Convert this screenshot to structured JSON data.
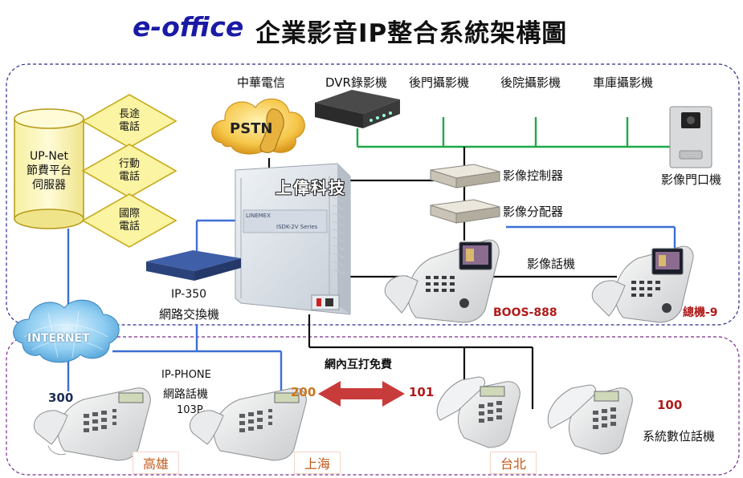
{
  "title": {
    "brand": "e-office",
    "main": "企業影音IP整合系統架構圖"
  },
  "server": {
    "label": "UP-Net\n節費平台\n伺服器"
  },
  "call_types": [
    "長途\n電話",
    "行動\n電話",
    "國際\n電話"
  ],
  "carrier": {
    "label": "中華電信",
    "cloud_text": "PSTN"
  },
  "dvr": {
    "label": "DVR錄影機"
  },
  "cameras": [
    "後門攝影機",
    "後院攝影機",
    "車庫攝影機"
  ],
  "video_door": {
    "label": "影像門口機"
  },
  "pbx": {
    "watermark": "上偉科技",
    "brand": "LINEMEX",
    "model": "ISDK-2V Series"
  },
  "video_controller": {
    "label": "影像控制器"
  },
  "video_splitter": {
    "label": "影像分配器"
  },
  "video_phone": {
    "label": "影像話機"
  },
  "boss_phone": {
    "label": "BOOS-888"
  },
  "main_phone": {
    "label": "總機-9"
  },
  "switch": {
    "model": "IP-350",
    "label": "網路交換機"
  },
  "internet": {
    "label": "INTERNET"
  },
  "ip_phone": {
    "model": "IP-PHONE",
    "desc": "網路話機",
    "ext": "103P"
  },
  "free_call": {
    "label": "網內互打免費"
  },
  "extensions": {
    "kaohsiung": "300",
    "shanghai": "200",
    "taipei": "101",
    "digital": "100"
  },
  "places": {
    "kaohsiung": "高雄",
    "shanghai": "上海",
    "taipei": "台北"
  },
  "digital_phone": {
    "label": "系統數位話機"
  },
  "colors": {
    "title_blue": "#1a1aa6",
    "green_line": "#1fa84a",
    "blue_line": "#3d6fd6",
    "black_line": "#111111",
    "diamond_fill": "#fbf4a2",
    "diamond_stroke": "#c7ab1e",
    "arrow": "#c83b3b",
    "ext_orange": "#c9741e",
    "ext_red": "#b01b1b",
    "ext_navy": "#1b2e55"
  }
}
